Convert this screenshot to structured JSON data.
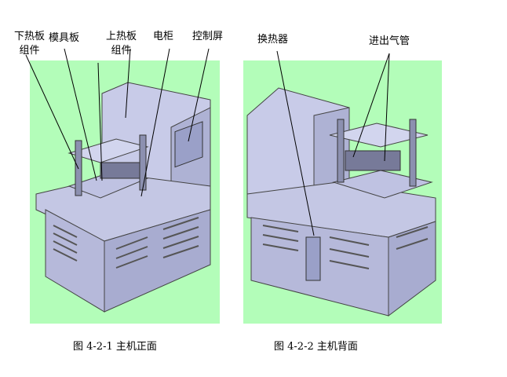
{
  "figure_left": {
    "labels": {
      "lower_hot_plate_1": "下热板",
      "lower_hot_plate_2": "组件",
      "mold_plate": "模具板",
      "upper_hot_plate_1": "上热板",
      "upper_hot_plate_2": "组件",
      "electric_cabinet": "电柜",
      "control_screen": "控制屏"
    },
    "caption": "图 4-2-1 主机正面"
  },
  "figure_right": {
    "labels": {
      "heat_exchanger": "换热器",
      "air_pipe": "进出气管"
    },
    "caption": "图 4-2-2 主机背面"
  }
}
